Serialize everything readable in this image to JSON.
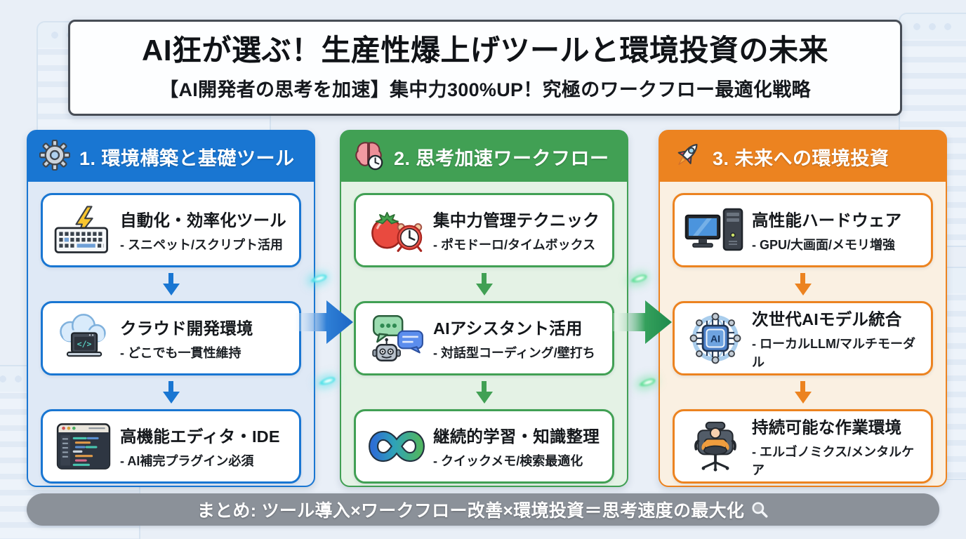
{
  "header": {
    "title": "AI狂が選ぶ！生産性爆上げツールと環境投資の未来",
    "subtitle": "【AI開発者の思考を加速】集中力300%UP！究極のワークフロー最適化戦略"
  },
  "columns": [
    {
      "title": "1. 環境構築と基礎ツール",
      "icon": "gear-icon",
      "accent": "#1976D2",
      "body_bg": "#DFE9F6",
      "cards": [
        {
          "icon": "keyboard-lightning-icon",
          "title": "自動化・効率化ツール",
          "desc": "- スニペット/スクリプト活用"
        },
        {
          "icon": "cloud-dev-icon",
          "title": "クラウド開発環境",
          "desc": "- どこでも一貫性維持"
        },
        {
          "icon": "code-editor-icon",
          "title": "高機能エディタ・IDE",
          "desc": "- AI補完プラグイン必須"
        }
      ]
    },
    {
      "title": "2. 思考加速ワークフロー",
      "icon": "brain-clock-icon",
      "accent": "#41A054",
      "body_bg": "#E4F2E5",
      "cards": [
        {
          "icon": "tomato-timer-icon",
          "title": "集中力管理テクニック",
          "desc": "- ポモドーロ/タイムボックス"
        },
        {
          "icon": "chat-robot-icon",
          "title": "AIアシスタント活用",
          "desc": "- 対話型コーディング/壁打ち"
        },
        {
          "icon": "infinity-loop-icon",
          "title": "継続的学習・知識整理",
          "desc": "- クイックメモ/検索最適化"
        }
      ]
    },
    {
      "title": "3. 未来への環境投資",
      "icon": "rocket-icon",
      "accent": "#EC8320",
      "body_bg": "#FAF0E2",
      "cards": [
        {
          "icon": "desktop-computer-icon",
          "title": "高性能ハードウェア",
          "desc": "- GPU/大画面/メモリ増強"
        },
        {
          "icon": "ai-chip-network-icon",
          "title": "次世代AIモデル統合",
          "desc": "- ローカルLLM/マルチモーダル"
        },
        {
          "icon": "ergonomic-chair-icon",
          "title": "持続可能な作業環境",
          "desc": "- エルゴノミクス/メンタルケア"
        }
      ]
    }
  ],
  "footer": {
    "summary": "まとめ: ツール導入×ワークフロー改善×環境投資＝思考速度の最大化",
    "icon": "magnifier-icon"
  },
  "colors": {
    "column1_accent": "#1976D2",
    "column2_accent": "#41A054",
    "column3_accent": "#EC8320",
    "summary_bar": "#8B9199",
    "page_background": "#E9EFF7"
  }
}
